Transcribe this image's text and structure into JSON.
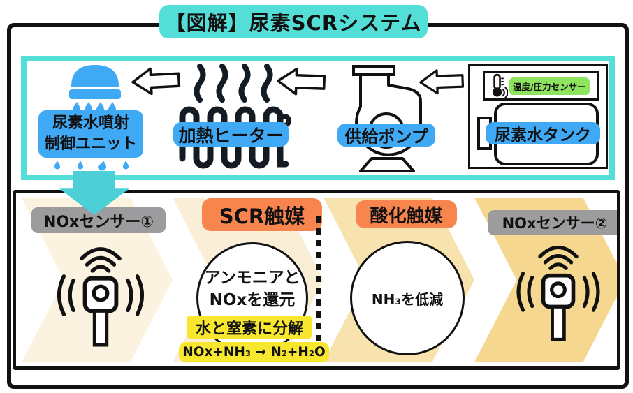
{
  "title": "【図解】尿素SCRシステム",
  "top_flow": {
    "injection_unit": {
      "label_line1": "尿素水噴射",
      "label_line2": "制御ユニット"
    },
    "heater": {
      "label": "加熱ヒーター"
    },
    "pump": {
      "label": "供給ポンプ"
    },
    "tank": {
      "label": "尿素水タンク",
      "sensor_label": "温度/圧力センサー"
    }
  },
  "bottom_flow": {
    "nox_sensor_1": {
      "label": "NOxセンサー①"
    },
    "scr_catalyst": {
      "label": "SCR触媒",
      "circle_line1": "アンモニアと",
      "circle_line2": "NOxを還元",
      "note": "水と窒素に分解",
      "formula": "NOx+NH₃ → N₂+H₂O"
    },
    "oxidation_catalyst": {
      "label": "酸化触媒",
      "circle_text": "NH₃を低減"
    },
    "nox_sensor_2": {
      "label": "NOxセンサー②"
    }
  },
  "icons": {
    "shower": "shower-head-icon",
    "heater": "heating-coil-icon",
    "heat_waves": "heat-waves-icon",
    "pump": "centrifugal-pump-icon",
    "thermometer": "thermometer-icon",
    "flow_arrow": "left-arrow-icon",
    "down_arrow": "down-arrow-icon",
    "nox_sensor": "wireless-sensor-icon"
  },
  "colors": {
    "cyan": "#53DFD7",
    "teal_arrow": "#4CCFD6",
    "blue": "#3FA9F5",
    "orange": "#F8854E",
    "green": "#8EE45E",
    "gray": "#9C9C9E",
    "yellow": "#F8E72F",
    "chevron_light": "#FBF2DF",
    "chevron_mid": "#F8E2AE",
    "chevron_dark": "#F5D78F"
  }
}
